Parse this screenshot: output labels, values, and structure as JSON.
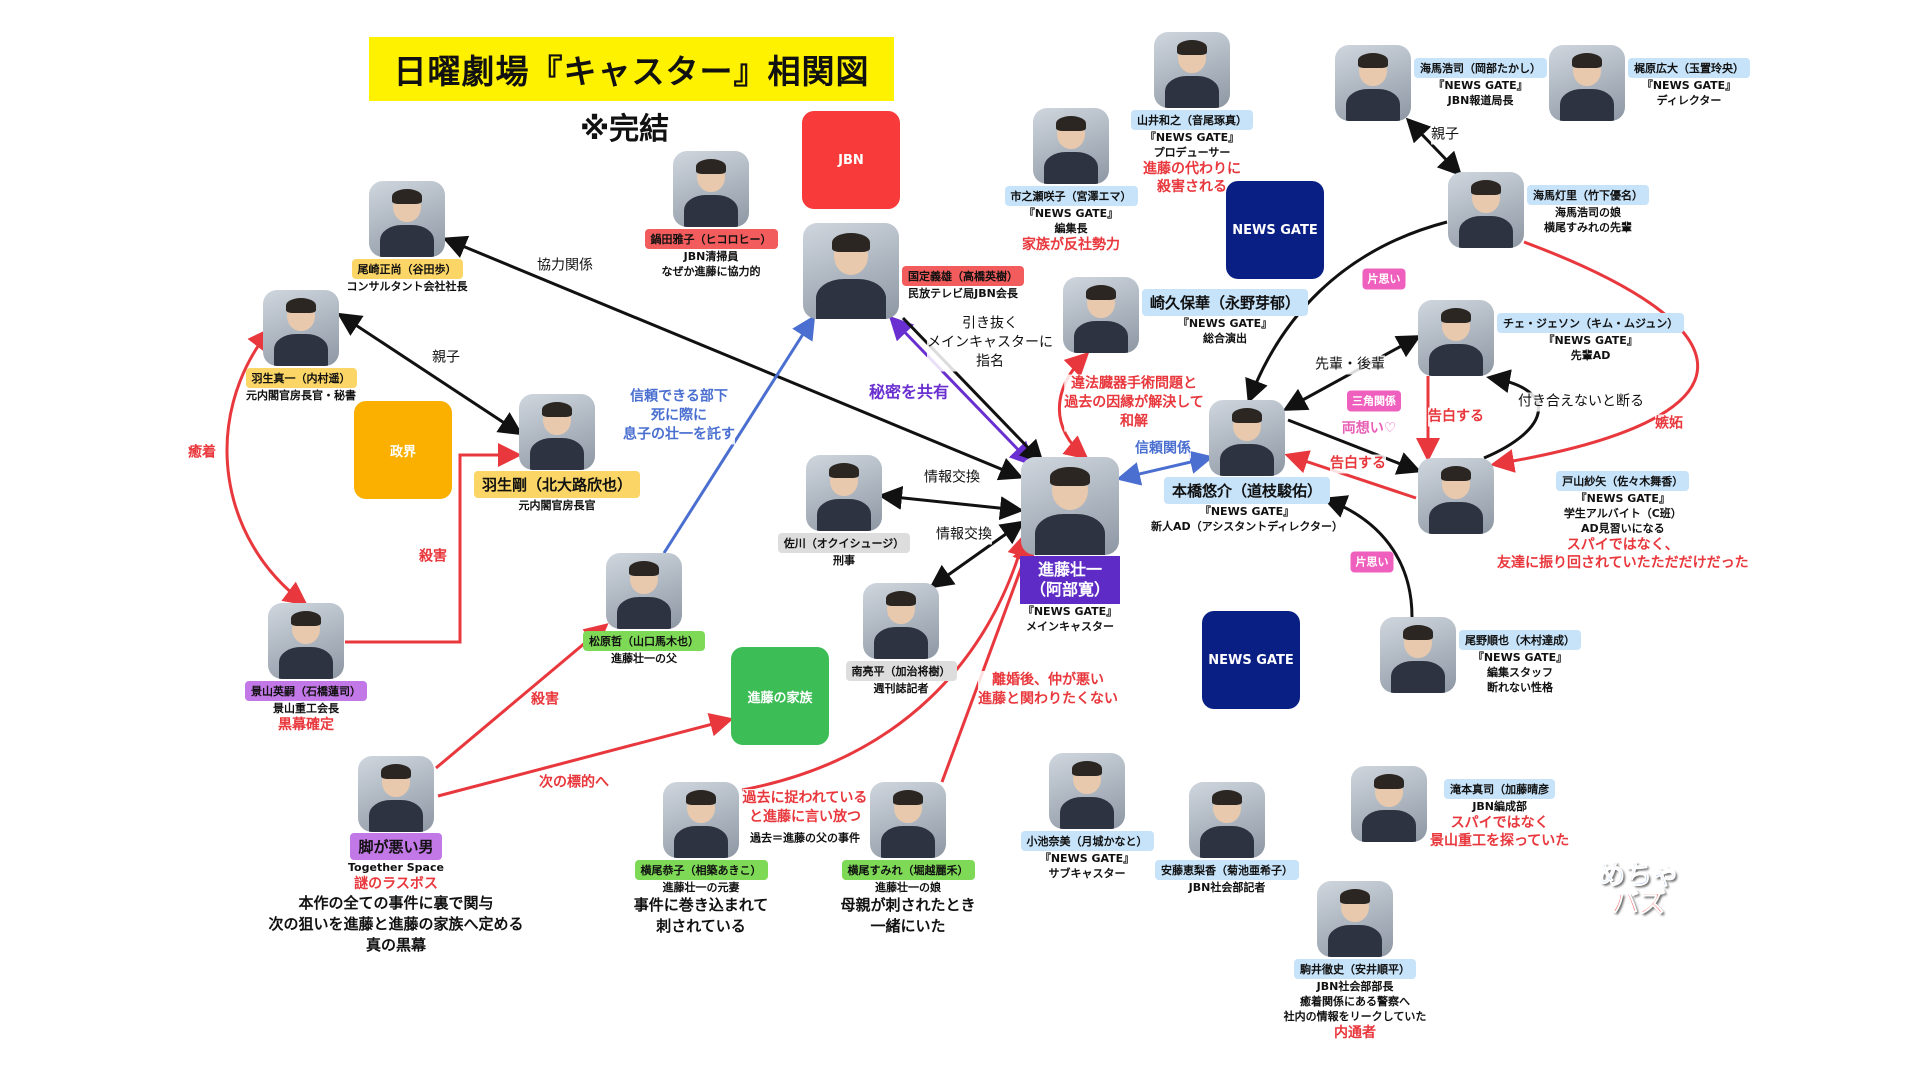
{
  "title": "日曜劇場『キャスター』相関図",
  "subtitle": "※完結",
  "groups": [
    {
      "label": "JBN",
      "color": "#f93a3a"
    },
    {
      "label": "政界",
      "color": "#fbb000"
    },
    {
      "label": "NEWS GATE",
      "color": "#0a1f84"
    },
    {
      "label": "NEWS GATE",
      "color": "#0a1f84"
    },
    {
      "label": "進藤の家族",
      "color": "#3cbd56"
    }
  ],
  "colors": {
    "yellow": "#fbd666",
    "red": "#f25c5c",
    "purple": "#c278e6",
    "green": "#7ed957",
    "gray": "#dddddd",
    "blue": "#c6e3fa",
    "main": "#5e2bc6"
  },
  "people": [
    {
      "name": "尾崎正尚（谷田歩）",
      "tag": "yellow",
      "rows": [
        {
          "t": "コンサルタント会社社長",
          "k": "sub"
        }
      ]
    },
    {
      "name": "羽生真一（内村遥）",
      "tag": "yellow",
      "rows": [
        {
          "t": "元内閣官房長官・秘書",
          "k": "sub"
        }
      ]
    },
    {
      "name": "羽生剛（北大路欣也）",
      "tag": "yellow",
      "rows": [
        {
          "t": "元内閣官房長官",
          "k": "sub"
        }
      ]
    },
    {
      "name": "景山英嗣（石橋蓮司）",
      "tag": "purple",
      "rows": [
        {
          "t": "景山重工会長",
          "k": "sub"
        },
        {
          "t": "黒幕確定",
          "k": "note"
        }
      ]
    },
    {
      "name": "松原哲（山口馬木也）",
      "tag": "green",
      "rows": [
        {
          "t": "進藤壮一の父",
          "k": "sub"
        }
      ]
    },
    {
      "name": "脚が悪い男",
      "tag": "purple",
      "rows": [
        {
          "t": "Together Space",
          "k": "sub"
        },
        {
          "t": "謎のラスボス",
          "k": "note"
        },
        {
          "t": "本作の全ての事件に裏で関与",
          "k": "desc"
        },
        {
          "t": "次の狙いを進藤と進藤の家族へ定める",
          "k": "desc"
        },
        {
          "t": "真の黒幕",
          "k": "desc"
        }
      ]
    },
    {
      "name": "鍋田雅子（ヒコロヒー）",
      "tag": "red",
      "rows": [
        {
          "t": "JBN清掃員",
          "k": "sub"
        },
        {
          "t": "なぜか進藤に協力的",
          "k": "sub"
        }
      ]
    },
    {
      "name": "国定義雄（高橋英樹）",
      "tag": "red",
      "rows": [
        {
          "t": "民放テレビ局JBN会長",
          "k": "sub"
        }
      ]
    },
    {
      "name": "佐川（オクイシュージ）",
      "tag": "gray",
      "rows": [
        {
          "t": "刑事",
          "k": "sub"
        }
      ]
    },
    {
      "name": "南亮平（加治将樹）",
      "tag": "gray",
      "rows": [
        {
          "t": "週刊誌記者",
          "k": "sub"
        }
      ]
    },
    {
      "name": "進藤壮一",
      "name2": "（阿部寛）",
      "tag": "main",
      "rows": [
        {
          "t": "『NEWS GATE』",
          "k": "sub"
        },
        {
          "t": "メインキャスター",
          "k": "sub"
        }
      ]
    },
    {
      "name": "横尾恭子（相築あきこ）",
      "tag": "green",
      "rows": [
        {
          "t": "進藤壮一の元妻",
          "k": "sub"
        },
        {
          "t": "事件に巻き込まれて",
          "k": "desc"
        },
        {
          "t": "刺されている",
          "k": "desc"
        }
      ]
    },
    {
      "name": "横尾すみれ（堀越麗禾）",
      "tag": "green",
      "rows": [
        {
          "t": "進藤壮一の娘",
          "k": "sub"
        },
        {
          "t": "母親が刺されたとき",
          "k": "desc"
        },
        {
          "t": "一緒にいた",
          "k": "desc"
        }
      ]
    },
    {
      "name": "市之瀬咲子（宮澤エマ）",
      "tag": "blue",
      "rows": [
        {
          "t": "『NEWS GATE』",
          "k": "sub"
        },
        {
          "t": "編集長",
          "k": "sub"
        },
        {
          "t": "家族が反社勢力",
          "k": "note"
        }
      ]
    },
    {
      "name": "山井和之（音尾琢真）",
      "tag": "blue",
      "rows": [
        {
          "t": "『NEWS GATE』",
          "k": "sub"
        },
        {
          "t": "プロデューサー",
          "k": "sub"
        },
        {
          "t": "進藤の代わりに",
          "k": "note"
        },
        {
          "t": "殺害される",
          "k": "note"
        }
      ]
    },
    {
      "name": "崎久保華（永野芽郁）",
      "tag": "blue",
      "rows": [
        {
          "t": "『NEWS GATE』",
          "k": "sub"
        },
        {
          "t": "総合演出",
          "k": "sub"
        }
      ]
    },
    {
      "name": "本橋悠介（道枝駿佑）",
      "tag": "blue",
      "rows": [
        {
          "t": "『NEWS GATE』",
          "k": "sub"
        },
        {
          "t": "新人AD（アシスタントディレクター）",
          "k": "sub"
        }
      ]
    },
    {
      "name": "海馬浩司（岡部たかし）",
      "tag": "blue",
      "rows": [
        {
          "t": "『NEWS GATE』",
          "k": "sub"
        },
        {
          "t": "JBN報道局長",
          "k": "sub"
        }
      ]
    },
    {
      "name": "梶原広大（玉置玲央）",
      "tag": "blue",
      "rows": [
        {
          "t": "『NEWS GATE』",
          "k": "sub"
        },
        {
          "t": "ディレクター",
          "k": "sub"
        }
      ]
    },
    {
      "name": "海馬灯里（竹下優名）",
      "tag": "blue",
      "rows": [
        {
          "t": "海馬浩司の娘",
          "k": "sub"
        },
        {
          "t": "横尾すみれの先輩",
          "k": "sub"
        }
      ]
    },
    {
      "name": "チェ・ジェソン（キム・ムジュン）",
      "tag": "blue",
      "rows": [
        {
          "t": "『NEWS GATE』",
          "k": "sub"
        },
        {
          "t": "先輩AD",
          "k": "sub"
        }
      ]
    },
    {
      "name": "戸山紗矢（佐々木舞香）",
      "tag": "blue",
      "rows": [
        {
          "t": "『NEWS GATE』",
          "k": "sub"
        },
        {
          "t": "学生アルバイト（C班）",
          "k": "sub"
        },
        {
          "t": "AD見習いになる",
          "k": "sub"
        },
        {
          "t": "スパイではなく、",
          "k": "note"
        },
        {
          "t": "友達に振り回されていたただだけだった",
          "k": "note"
        }
      ]
    },
    {
      "name": "尾野順也（木村達成）",
      "tag": "blue",
      "rows": [
        {
          "t": "『NEWS GATE』",
          "k": "sub"
        },
        {
          "t": "編集スタッフ",
          "k": "sub"
        },
        {
          "t": "断れない性格",
          "k": "sub"
        }
      ]
    },
    {
      "name": "小池奈美（月城かなと）",
      "tag": "blue",
      "rows": [
        {
          "t": "『NEWS GATE』",
          "k": "sub"
        },
        {
          "t": "サブキャスター",
          "k": "sub"
        }
      ]
    },
    {
      "name": "安藤恵梨香（菊池亜希子）",
      "tag": "blue",
      "rows": [
        {
          "t": "JBN社会部記者",
          "k": "sub"
        }
      ]
    },
    {
      "name": "滝本真司（加藤晴彦",
      "tag": "blue",
      "rows": [
        {
          "t": "JBN編成部",
          "k": "sub"
        },
        {
          "t": "スパイではなく",
          "k": "note"
        },
        {
          "t": "景山重工を探っていた",
          "k": "note"
        }
      ]
    },
    {
      "name": "駒井徹史（安井順平）",
      "tag": "blue",
      "rows": [
        {
          "t": "JBN社会部部長",
          "k": "sub"
        },
        {
          "t": "癒着関係にある警察へ",
          "k": "sub"
        },
        {
          "t": "社内の情報をリークしていた",
          "k": "sub"
        },
        {
          "t": "内通者",
          "k": "note"
        }
      ]
    }
  ],
  "edge_labels": [
    {
      "lines": [
        "協力関係"
      ],
      "k": "black"
    },
    {
      "lines": [
        "親子"
      ],
      "k": "black"
    },
    {
      "lines": [
        "癒着"
      ],
      "k": "red"
    },
    {
      "lines": [
        "殺害"
      ],
      "k": "red"
    },
    {
      "lines": [
        "殺害"
      ],
      "k": "red"
    },
    {
      "lines": [
        "次の標的へ"
      ],
      "k": "red"
    },
    {
      "lines": [
        "信頼できる部下",
        "死に際に",
        "息子の壮一を託す"
      ],
      "k": "blue"
    },
    {
      "lines": [
        "秘密を共有"
      ],
      "k": "purple"
    },
    {
      "lines": [
        "引き抜く",
        "メインキャスターに",
        "指名"
      ],
      "k": "black"
    },
    {
      "lines": [
        "情報交換"
      ],
      "k": "black"
    },
    {
      "lines": [
        "情報交換"
      ],
      "k": "black"
    },
    {
      "lines": [
        "違法臓器手術問題と",
        "過去の因縁が解決して",
        "和解"
      ],
      "k": "red"
    },
    {
      "lines": [
        "信頼関係"
      ],
      "k": "blue"
    },
    {
      "lines": [
        "離婚後、仲が悪い",
        "進藤と関わりたくない"
      ],
      "k": "red"
    },
    {
      "lines": [
        "過去に捉われている",
        "と進藤に言い放つ"
      ],
      "k": "red"
    },
    {
      "lines": [
        "過去＝進藤の父の事件"
      ],
      "k": "sm"
    },
    {
      "lines": [
        "親子"
      ],
      "k": "black"
    },
    {
      "lines": [
        "片思い"
      ],
      "k": "badge"
    },
    {
      "lines": [
        "先輩・後輩"
      ],
      "k": "black"
    },
    {
      "lines": [
        "三角関係"
      ],
      "k": "badge"
    },
    {
      "lines": [
        "両想い♡"
      ],
      "k": "pink"
    },
    {
      "lines": [
        "告白する"
      ],
      "k": "red"
    },
    {
      "lines": [
        "付き合えないと断る"
      ],
      "k": "black"
    },
    {
      "lines": [
        "嫉妬"
      ],
      "k": "red"
    },
    {
      "lines": [
        "告白する"
      ],
      "k": "red"
    },
    {
      "lines": [
        "片思い"
      ],
      "k": "badge"
    }
  ],
  "logo": {
    "line1": "めちゃ",
    "line2": "バズ",
    "color1": "#1f5fe0",
    "color2": "#ef2b2b"
  }
}
